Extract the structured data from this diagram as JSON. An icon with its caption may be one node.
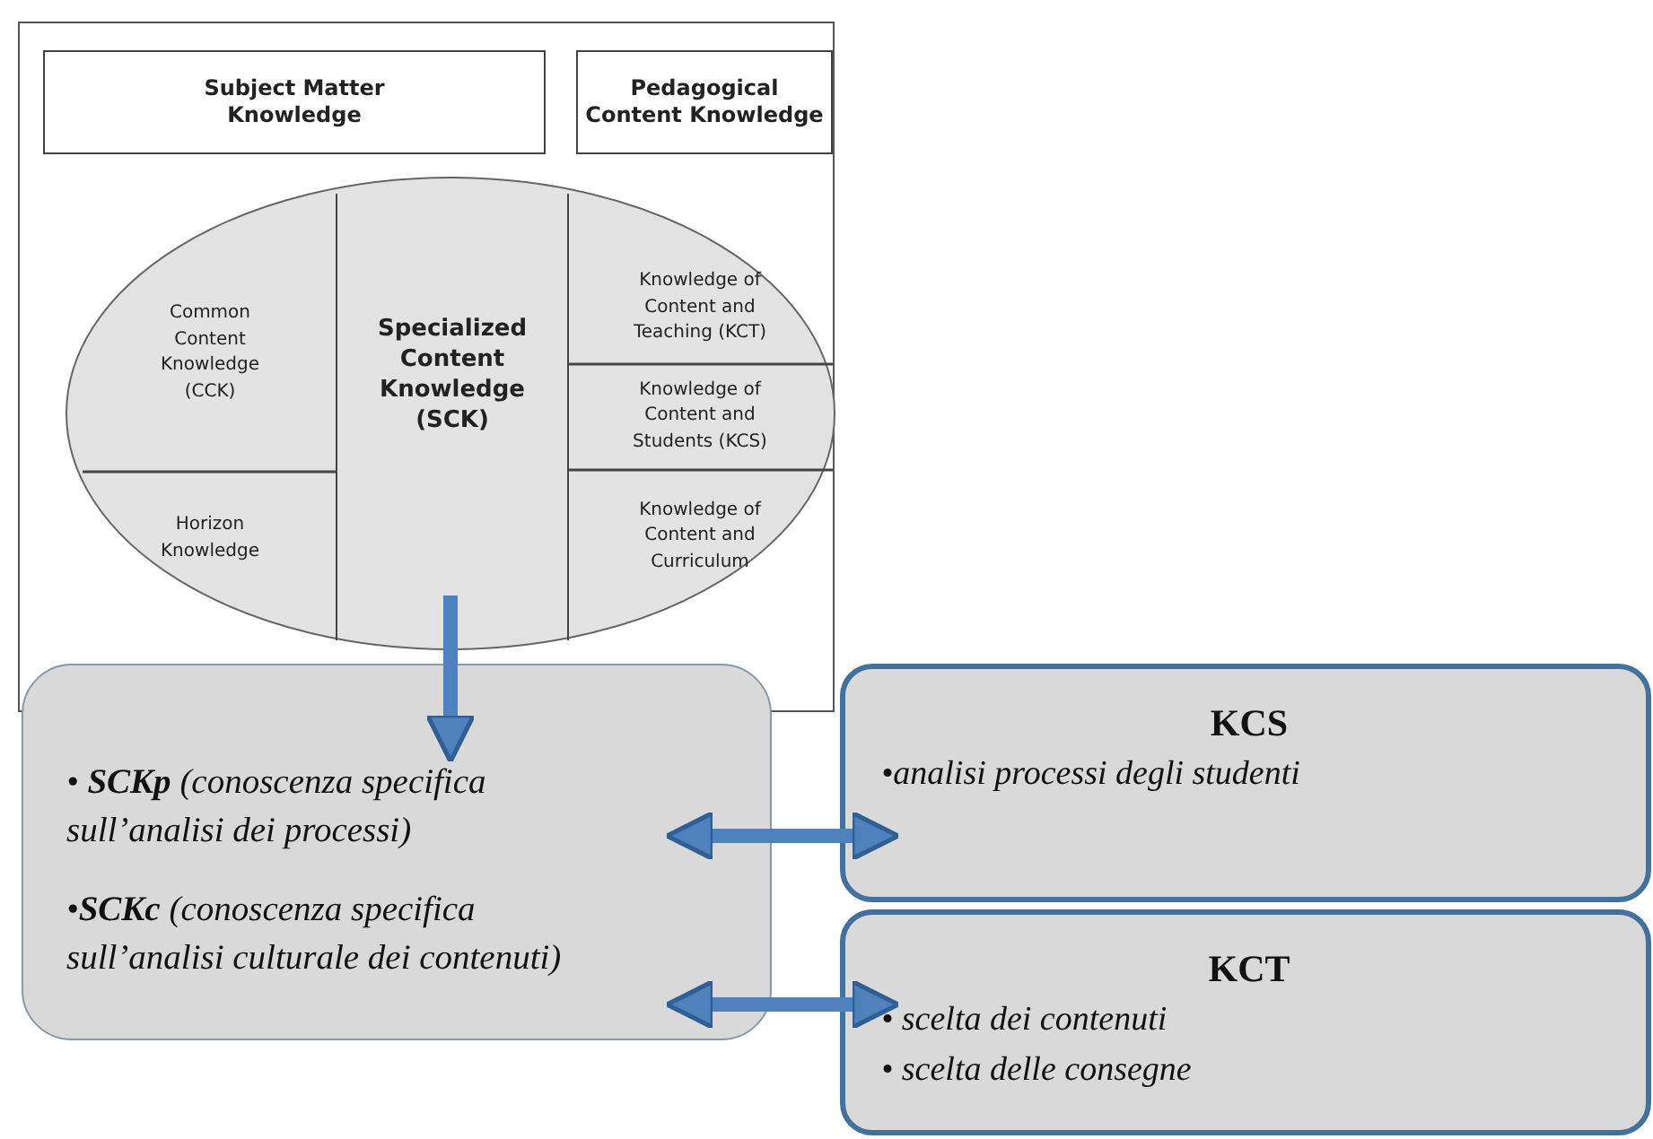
{
  "diagram": {
    "nodes": [
      {
        "text": [],
        "shape": "box"
      },
      {
        "text": [
          "Subject Matter Knowledge"
        ],
        "in": 0
      },
      {
        "text": [
          "Pedagogical Content Knowledge"
        ],
        "in": 0
      },
      {
        "text": [],
        "shape": "ellipse",
        "in": 0
      },
      {
        "text": [
          "Common Content Knowledge (CCK)"
        ],
        "in": 3
      },
      {
        "text": [
          "Horizon Knowledge"
        ],
        "in": 3
      },
      {
        "text": [
          "Specialized Content Knowledge (SCK)"
        ],
        "in": 3
      },
      {
        "text": [
          "Knowledge of Content and Teaching (KCT)"
        ],
        "in": 3
      },
      {
        "text": [
          "Knowledge of Content and Students (KCS)"
        ],
        "in": 3
      },
      {
        "text": [
          "Knowledge of Content and Curriculum"
        ],
        "in": 3
      },
      {
        "text": [
          "• **SCKp** (conoscenza specifica sull’analisi dei processi)",
          "•**SCKc** (conoscenza specifica sull’analisi culturale dei contenuti)"
        ]
      },
      {
        "text": [
          "KCS",
          "•analisi processi degli studenti"
        ]
      },
      {
        "text": [
          "KCT",
          "• scelta dei contenuti",
          "• scelta delle consegne"
        ]
      }
    ],
    "edges": [
      {
        "from": 6,
        "to": 10,
        "arrow": "to"
      },
      {
        "from": 10,
        "to": 11,
        "arrow": "both"
      },
      {
        "from": 10,
        "to": 12,
        "arrow": "both"
      }
    ]
  }
}
